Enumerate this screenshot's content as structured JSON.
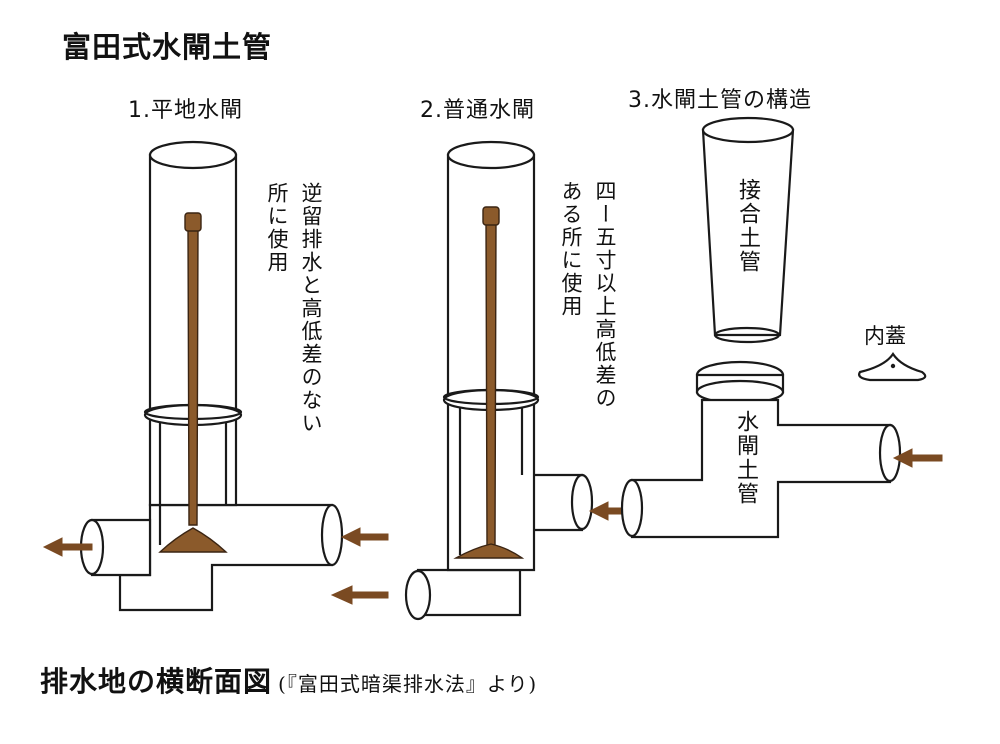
{
  "title": "富田式水閘土管",
  "panels": [
    {
      "label": "1.平地水閘",
      "notes": [
        "逆留排水と高低差のない",
        "所に使用"
      ]
    },
    {
      "label": "2.普通水閘",
      "notes": [
        "四ー五寸以上高低差の",
        "ある所に使用"
      ]
    },
    {
      "label": "3.水閘土管の構造",
      "parts": {
        "joint_pipe": "接合土管",
        "gate_pipe": "水閘土管",
        "inner_lid": "内蓋"
      }
    }
  ],
  "caption": {
    "main": "排水地の横断面図",
    "source": "(『富田式暗渠排水法』より)"
  },
  "colors": {
    "rod": "#8b5a2b",
    "arrow": "#7a4a22",
    "line": "#1a1a1a"
  }
}
